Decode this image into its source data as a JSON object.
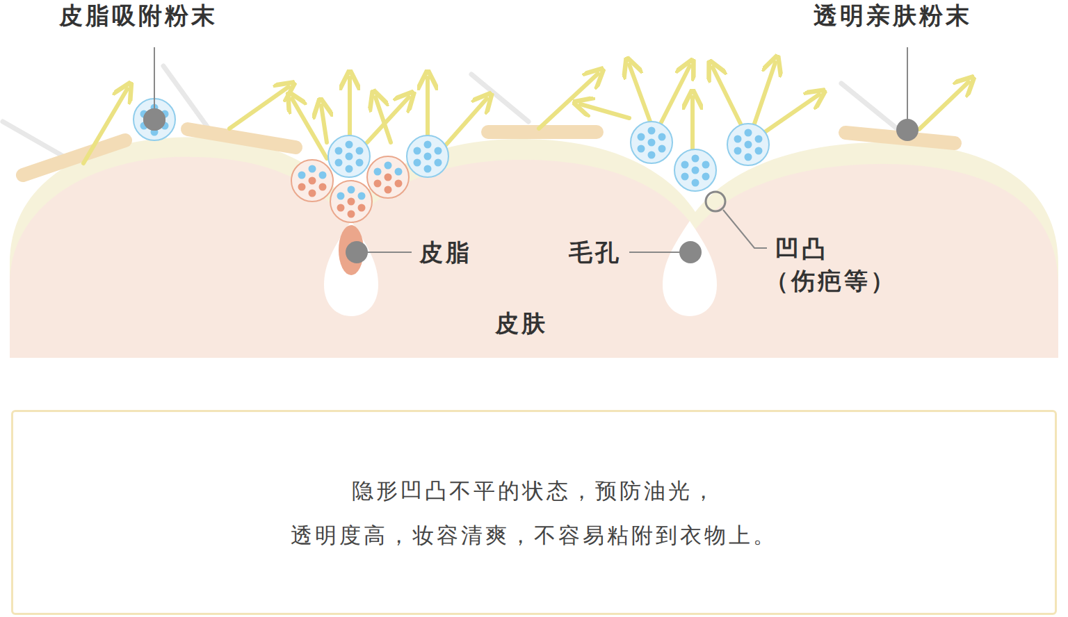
{
  "diagram": {
    "nodes": [
      {
        "text": [
          "隐形凹凸不平的状态，预防油光， 透明度高，妆容清爽，不容易粘附到衣物上。"
        ]
      }
    ],
    "labels": [
      "皮脂吸附粉末",
      "透明亲肤粉末",
      "皮脂",
      "毛孔",
      "凹凸",
      "（伤疤等）",
      "皮肤"
    ]
  }
}
